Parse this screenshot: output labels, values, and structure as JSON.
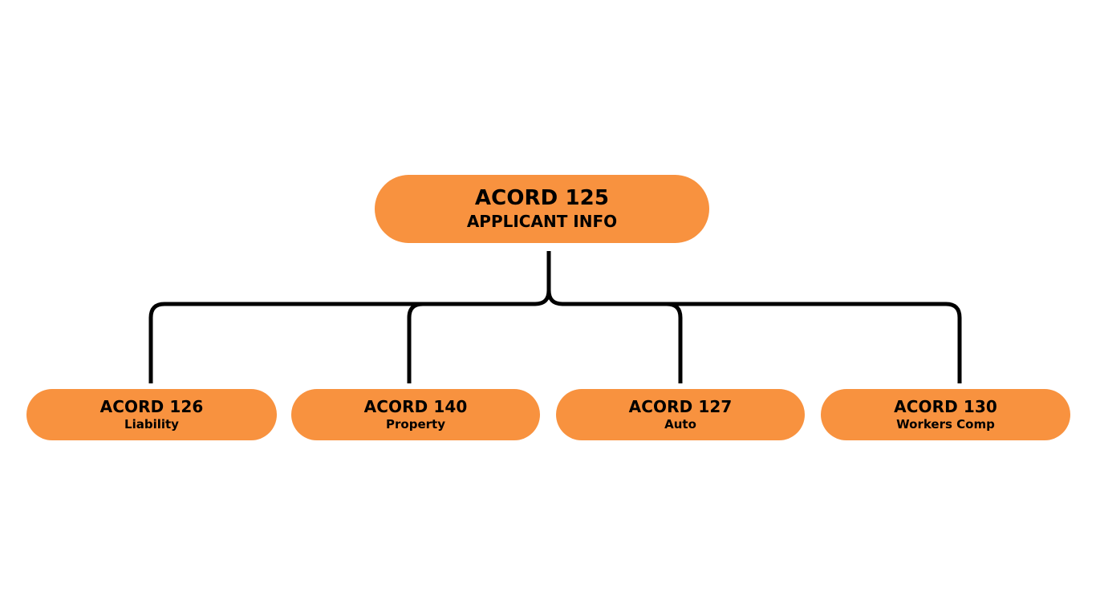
{
  "diagram": {
    "type": "hierarchy-tree",
    "background_color": "#ffffff",
    "node_fill_color": "#f8923f",
    "node_text_color": "#000000",
    "connector_color": "#000000",
    "root": {
      "title": "ACORD 125",
      "subtitle": "APPLICANT INFO"
    },
    "children": [
      {
        "title": "ACORD 126",
        "subtitle": "Liability"
      },
      {
        "title": "ACORD 140",
        "subtitle": "Property"
      },
      {
        "title": "ACORD 127",
        "subtitle": "Auto"
      },
      {
        "title": "ACORD 130",
        "subtitle": "Workers Comp"
      }
    ]
  }
}
